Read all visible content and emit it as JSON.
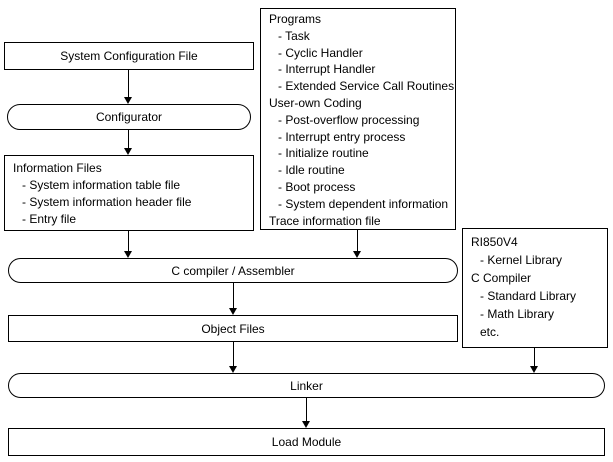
{
  "diagram": {
    "colors": {
      "background": "#ffffff",
      "border": "#000000",
      "text": "#000000"
    },
    "nodes": {
      "system_configuration_file": {
        "label": "System Configuration File"
      },
      "configurator": {
        "label": "Configurator"
      },
      "information_files": {
        "title": "Information Files",
        "items": [
          "- System information table file",
          "- System information header file",
          "- Entry file"
        ]
      },
      "programs": {
        "title": "Programs",
        "program_items": [
          "- Task",
          "- Cyclic Handler",
          "- Interrupt Handler",
          "- Extended Service Call Routines"
        ],
        "user_own_coding_title": "User-own Coding",
        "user_own_coding_items": [
          "- Post-overflow processing",
          "- Interrupt entry process",
          "- Initialize routine",
          "- Idle routine",
          "- Boot process",
          "- System dependent information"
        ],
        "trace_information_file": "Trace information file"
      },
      "c_compiler_assembler": {
        "label": "C compiler / Assembler"
      },
      "object_files": {
        "label": "Object Files"
      },
      "ri850v4_libraries": {
        "title": "RI850V4",
        "kernel_items": [
          "- Kernel Library"
        ],
        "c_compiler_title": "C Compiler",
        "compiler_items": [
          "- Standard Library",
          "- Math Library",
          "etc."
        ]
      },
      "linker": {
        "label": "Linker"
      },
      "load_module": {
        "label": "Load Module"
      }
    }
  }
}
